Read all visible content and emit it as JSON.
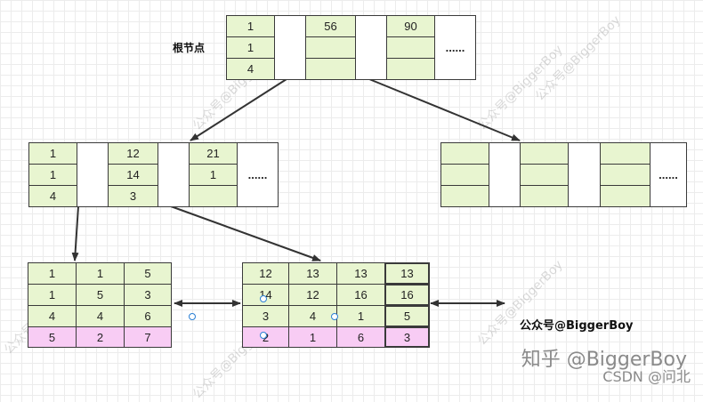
{
  "labels": {
    "root": "根节点",
    "brand": "公众号@BiggerBoy"
  },
  "watermarks": {
    "text": "公众号@BiggerBoy",
    "footer_main": "知乎 @BiggerBoy",
    "footer_sub": "CSDN @问北"
  },
  "ellipsis": "......",
  "root": {
    "col1": [
      "1",
      "1",
      "4"
    ],
    "col2": [
      "56",
      "",
      ""
    ],
    "col3": [
      "90",
      "",
      ""
    ]
  },
  "mid_left": {
    "col1": [
      "1",
      "1",
      "4"
    ],
    "col2": [
      "12",
      "14",
      "3"
    ],
    "col3": [
      "21",
      "1",
      ""
    ]
  },
  "mid_right": {
    "col1": [
      "",
      "",
      ""
    ],
    "col2": [
      "",
      "",
      ""
    ],
    "col3": [
      "",
      "",
      ""
    ]
  },
  "leaf_left": {
    "rows": [
      [
        "1",
        "1",
        "5"
      ],
      [
        "1",
        "5",
        "3"
      ],
      [
        "4",
        "4",
        "6"
      ],
      [
        "5",
        "2",
        "7"
      ]
    ]
  },
  "leaf_right": {
    "rows": [
      [
        "12",
        "13",
        "13",
        "13"
      ],
      [
        "14",
        "12",
        "16",
        "16"
      ],
      [
        "3",
        "4",
        "1",
        "5"
      ],
      [
        "2",
        "1",
        "6",
        "3"
      ]
    ]
  },
  "colors": {
    "green_cell": "#e8f5d0",
    "pink_cell": "#f8ccf4",
    "border": "#3a3a3a",
    "marker": "#2a7fd4"
  }
}
